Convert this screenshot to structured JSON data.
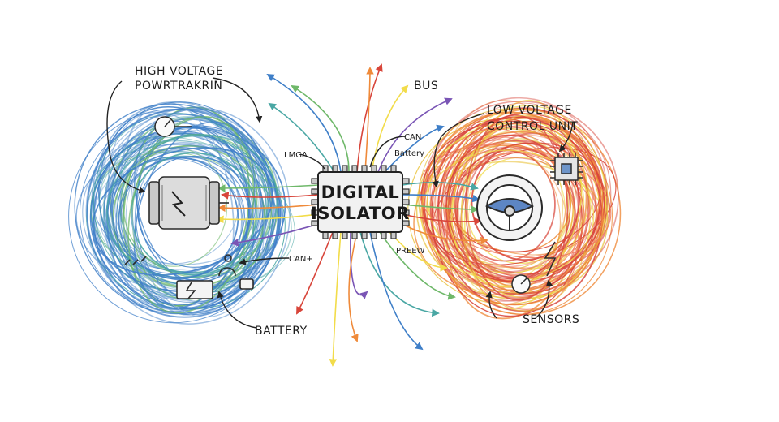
{
  "labels": {
    "high_voltage_line1": "HIGH VOLTAGE",
    "high_voltage_line2": "POWRTRAKRIN",
    "low_voltage_line1": "LOW VOLTAGE",
    "low_voltage_line2": "CONTROL UNIT",
    "isolator_line1": "DIGITAL",
    "isolator_line2": "ISOLATOR",
    "bus": "BUS",
    "can_top": "CAN",
    "battery_small": "Battery",
    "lmga": "LMGA",
    "can_plus": "CAN+",
    "battery": "BATTERY",
    "preew": "PREEW",
    "sensors": "SENSORS"
  },
  "colors": {
    "scribble_blue": "#3f7fc8",
    "scribble_green": "#6fb86a",
    "scribble_teal": "#4aa7a4",
    "scribble_red": "#d8453a",
    "scribble_orange": "#ef8a3a",
    "scribble_yellow": "#f2dc4a",
    "wire_purple": "#7a55b5",
    "chip_fill": "#f1f1f1"
  },
  "icons": {
    "motor": "electric-motor-icon",
    "gauge_left": "gauge-icon",
    "battery": "battery-bolt-icon",
    "steering": "steering-wheel-icon",
    "mcu": "microchip-icon",
    "gauge_right": "gauge-icon",
    "lightning": "lightning-bolt-icon"
  }
}
